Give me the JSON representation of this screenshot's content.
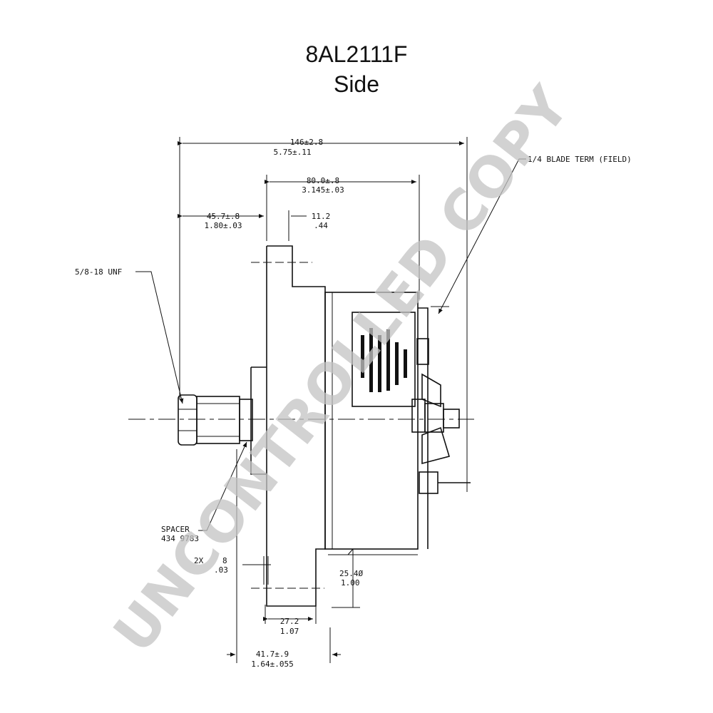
{
  "header": {
    "title": "8AL2111F",
    "subtitle": "Side"
  },
  "dimensions": {
    "overall_mm": "146±2.8",
    "overall_in": "5.75±.11",
    "body_mm": "80.0±.8",
    "body_in": "3.145±.03",
    "shaft_mm": "45.7±.8",
    "shaft_in": "1.80±.03",
    "flange_mm": "11.2",
    "flange_in": ".44",
    "hole_mm": "25.4Ø",
    "hole_in": "1.00",
    "foot_mm": "27.2",
    "foot_in": "1.07",
    "bottom_mm": "41.7±.9",
    "bottom_in": "1.64±.055",
    "slot_prefix": "2X",
    "slot_mm": "8",
    "slot_in": ".03"
  },
  "callouts": {
    "thread": "5/8-18 UNF",
    "blade_term": "1/4 BLADE TERM (FIELD)",
    "spacer": "SPACER",
    "spacer_part": "434 9783"
  },
  "watermark": "UNCONTROLLED COPY"
}
